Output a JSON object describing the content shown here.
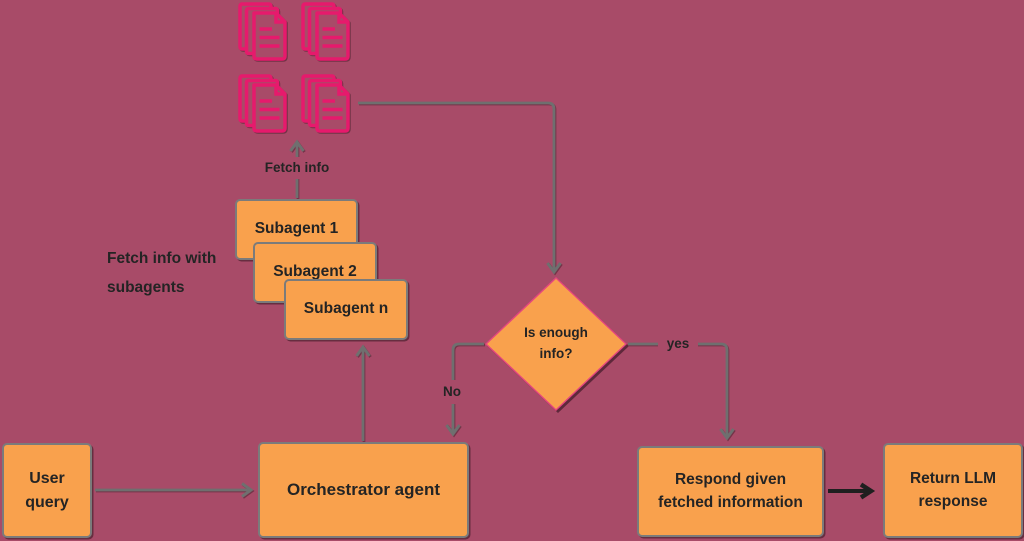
{
  "title": "Orchestrator agent flowchart",
  "colors": {
    "background": "#a84b68",
    "node_fill": "#f9a14d",
    "node_border": "#7b7b7b",
    "arrow": "#6f6f6f",
    "arrow_dark": "#1f1f1f",
    "document_pink": "#e61a6c",
    "text": "#242424",
    "diamond_border": "#e5477e"
  },
  "nodes": {
    "user_query": {
      "label": "User query",
      "shape": "rectangle"
    },
    "orchestrator": {
      "label": "Orchestrator agent",
      "shape": "rectangle"
    },
    "subagent_1": {
      "label": "Subagent 1",
      "shape": "rectangle"
    },
    "subagent_2": {
      "label": "Subagent 2",
      "shape": "rectangle"
    },
    "subagent_n": {
      "label": "Subagent n",
      "shape": "rectangle"
    },
    "decision": {
      "label": "Is enough info?",
      "shape": "diamond"
    },
    "respond": {
      "label": "Respond given fetched information",
      "shape": "rectangle"
    },
    "return_llm": {
      "label": "Return LLM response",
      "shape": "rectangle"
    }
  },
  "edge_labels": {
    "fetch_info": "Fetch info",
    "no": "No",
    "yes": "yes"
  },
  "annotations": {
    "fetch_with_subagents": "Fetch info with subagents"
  },
  "icons": {
    "documents": {
      "name": "document-stack-icon",
      "count": 4
    }
  }
}
